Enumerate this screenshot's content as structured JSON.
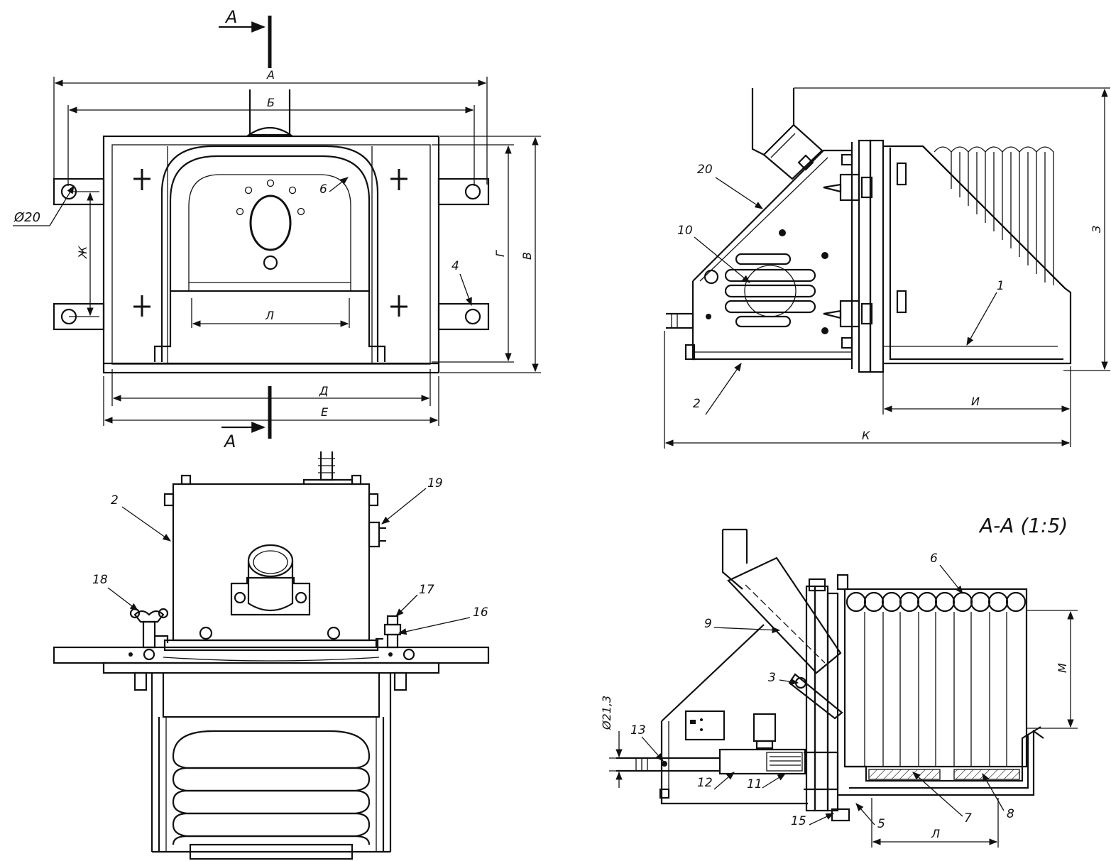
{
  "front_view": {
    "section_marker_top": "А",
    "section_marker_bottom": "А",
    "dim_a": "А",
    "dim_b": "Б",
    "dim_v": "В",
    "dim_g": "Г",
    "dim_d": "Д",
    "dim_e": "Е",
    "dim_zh": "Ж",
    "dim_l": "Л",
    "hole_diameter": "Ø20",
    "callout_6": "6",
    "callout_4": "4"
  },
  "side_view": {
    "dim_z": "З",
    "dim_i": "И",
    "dim_k": "К",
    "callout_20": "20",
    "callout_10": "10",
    "callout_1": "1",
    "callout_2": "2"
  },
  "rear_view": {
    "callout_2": "2",
    "callout_19": "19",
    "callout_18": "18",
    "callout_17": "17",
    "callout_16": "16"
  },
  "section_view": {
    "title": "А-А (1:5)",
    "dim_m": "М",
    "dim_l": "Л",
    "pipe_diameter": "Ø21,3",
    "callout_6": "6",
    "callout_9": "9",
    "callout_3": "3",
    "callout_13": "13",
    "callout_12": "12",
    "callout_11": "11",
    "callout_15": "15",
    "callout_5": "5",
    "callout_7": "7",
    "callout_8": "8"
  }
}
